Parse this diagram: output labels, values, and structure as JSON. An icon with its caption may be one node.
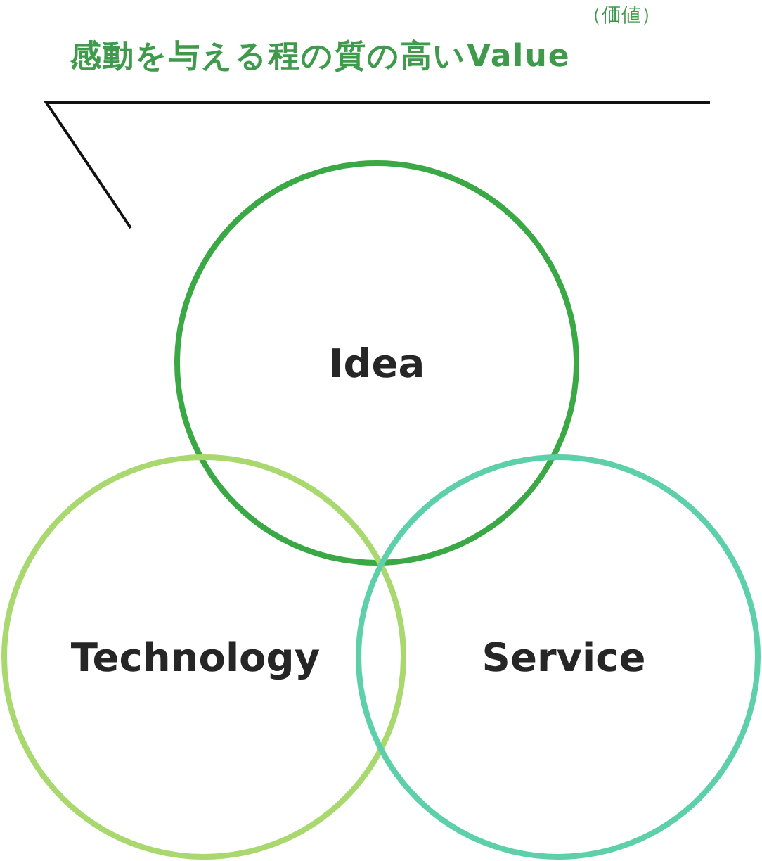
{
  "diagram": {
    "nodes": [
      {
        "text": [
          "感動を与える程の質の高いValue"
        ],
        "beside": [
          "（価値）"
        ]
      },
      {
        "text": [
          "Idea"
        ]
      },
      {
        "text": [
          "Technology"
        ]
      },
      {
        "text": [
          "Service"
        ]
      }
    ],
    "edges": [
      {
        "from": 0,
        "to": 1,
        "arrow": "none"
      }
    ]
  }
}
